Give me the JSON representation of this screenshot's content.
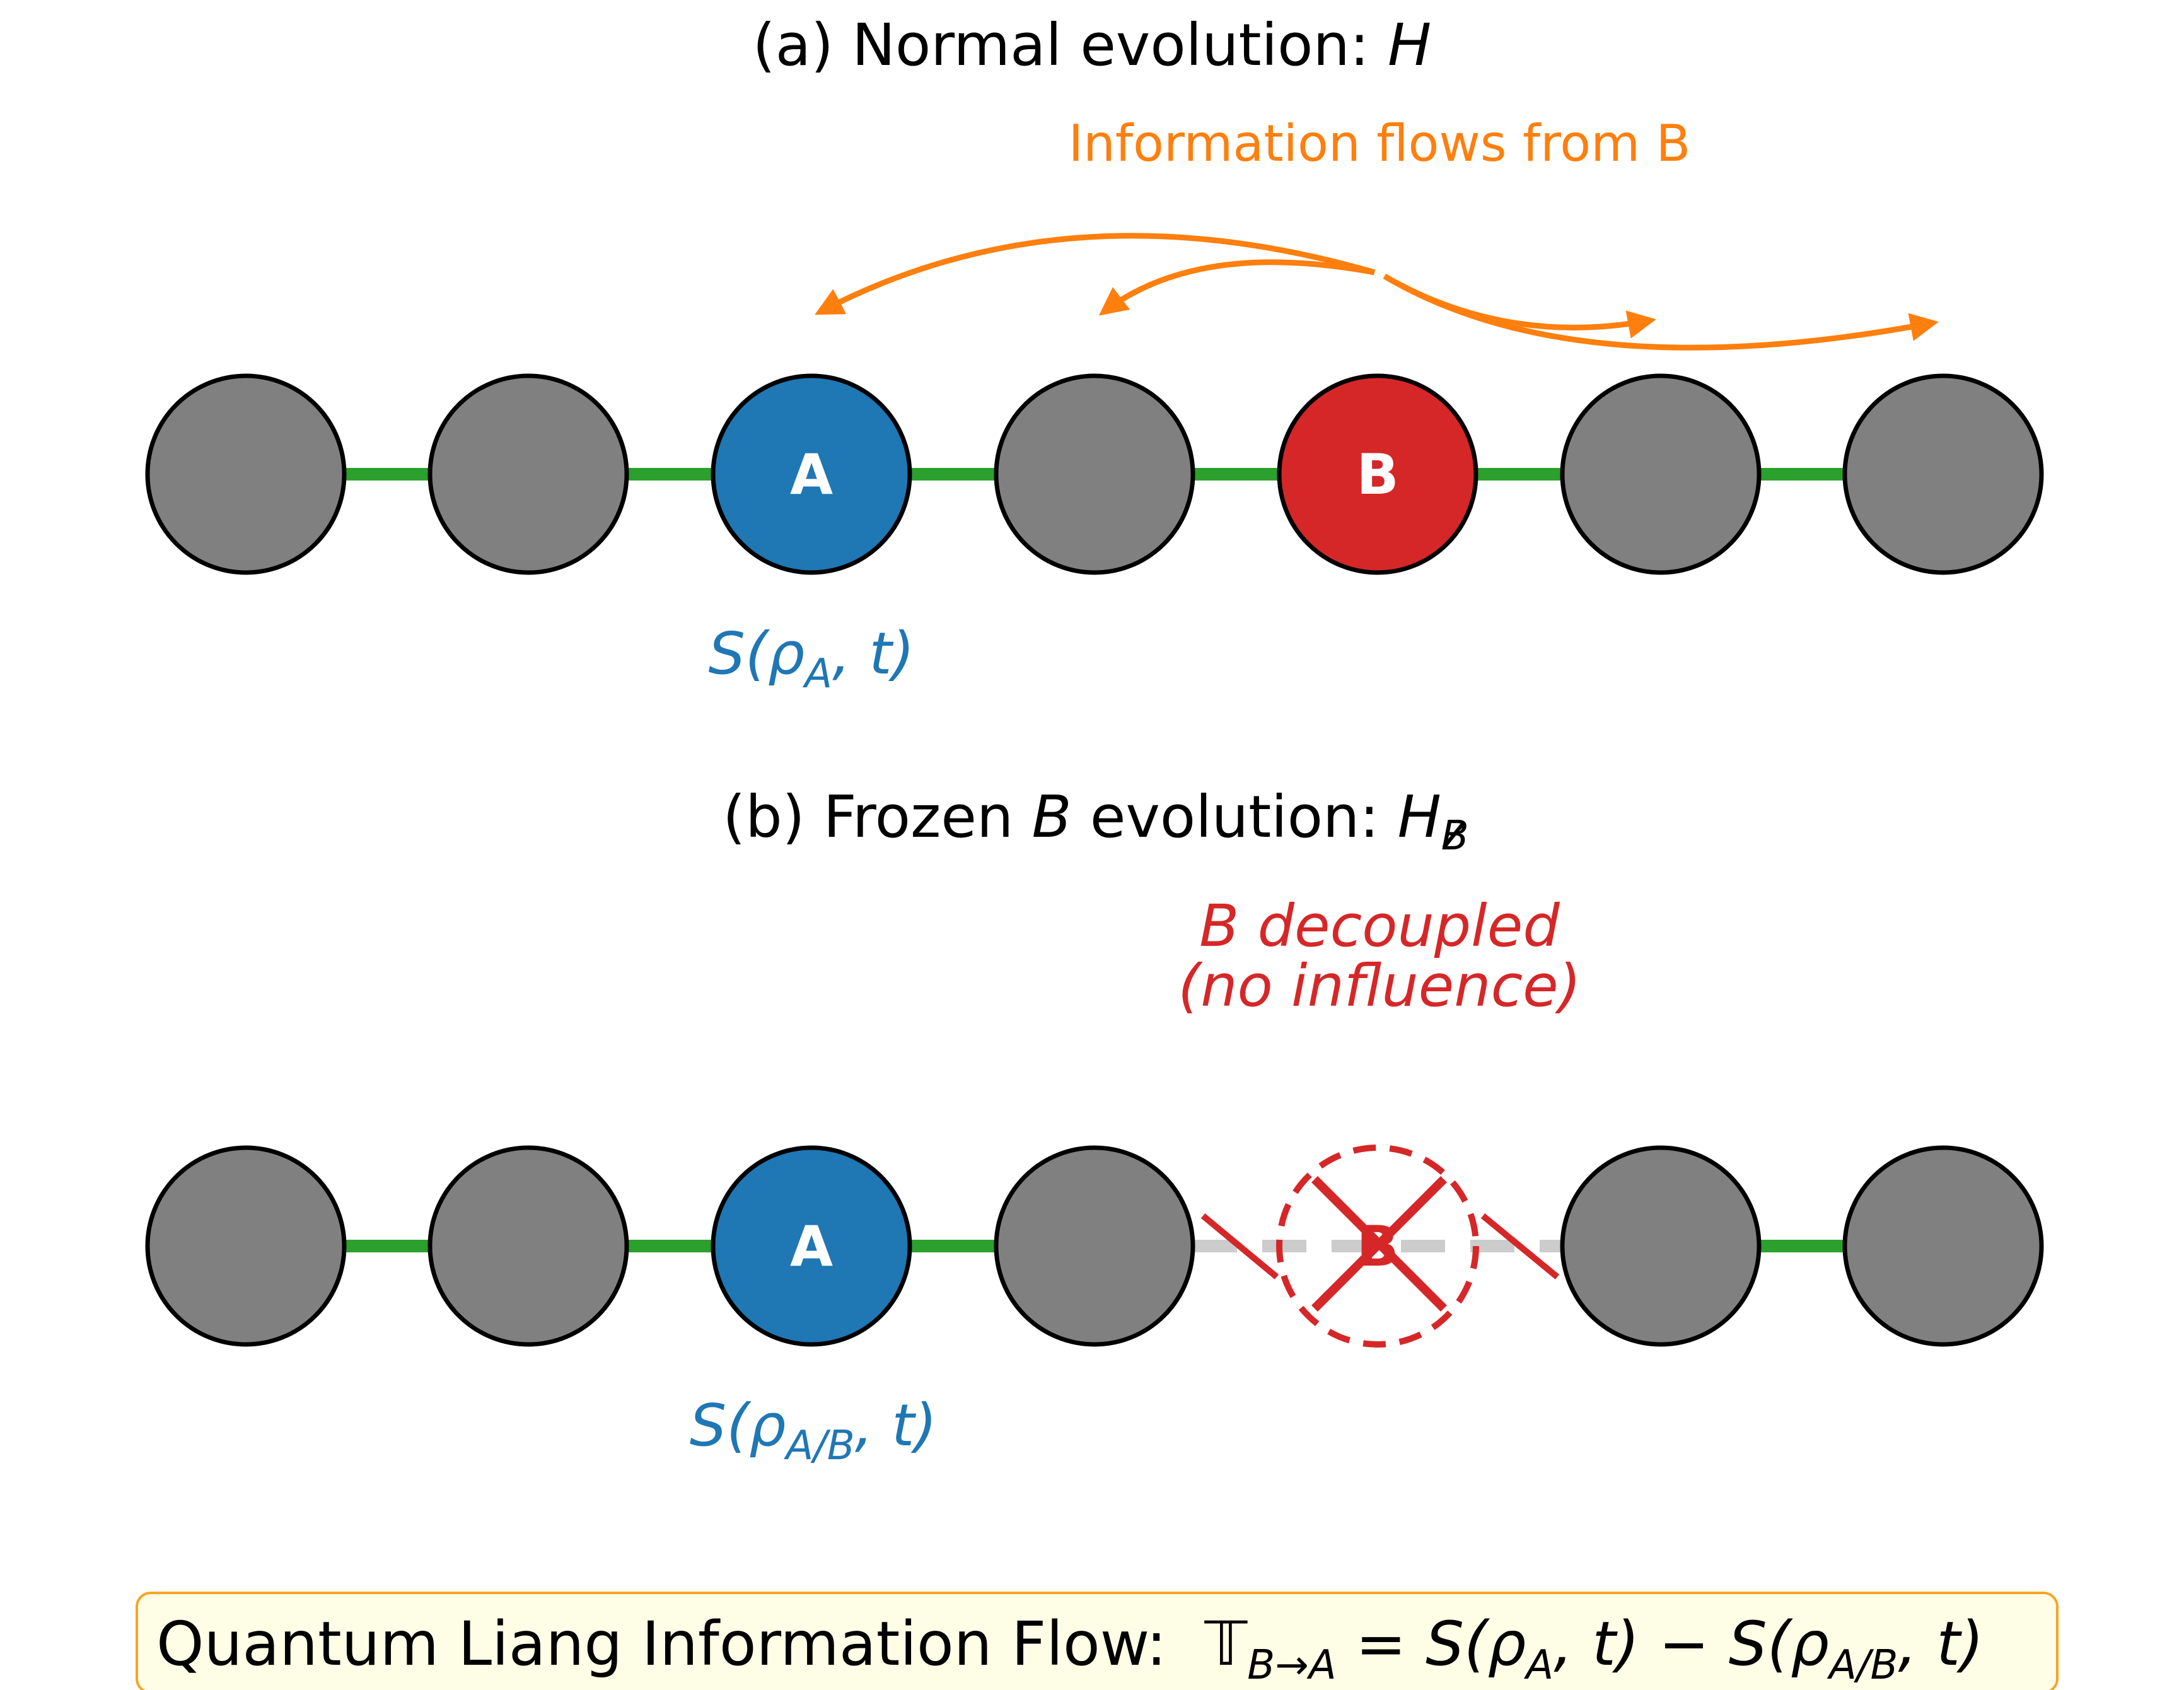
{
  "panel_a": {
    "title_prefix": "(a) Normal evolution: ",
    "title_var": "H",
    "annotation": "Information flows from B",
    "node_a_label": "A",
    "node_b_label": "B",
    "entropy_label_main": "S(ρ",
    "entropy_label_sub": "A",
    "entropy_label_tail": ", t)"
  },
  "panel_b": {
    "title_prefix": "(b) Frozen ",
    "title_var": "B",
    "title_middle": " evolution: ",
    "title_var2": "H",
    "title_sub": "B",
    "annotation_line1": "B decoupled",
    "annotation_line2": "(no influence)",
    "node_a_label": "A",
    "node_b_label": "B",
    "entropy_label_main": "S(ρ",
    "entropy_label_sub": "A/B",
    "entropy_label_tail": ", t)"
  },
  "footer": {
    "text": "Quantum Liang Information Flow:",
    "symbol": "𝕋",
    "symbol_sub": "B→A",
    "eq": " = S(ρ",
    "sub1": "A",
    "mid": ", t) − S(ρ",
    "sub2": "A/B",
    "end": ", t)"
  },
  "colors": {
    "node_gray": "#808080",
    "node_a": "#1f77b4",
    "node_b": "#d62728",
    "bond": "#2ca02c",
    "arrow": "#ff7f0e",
    "footer_bg": "#fefee6",
    "footer_border": "#f5a623"
  }
}
